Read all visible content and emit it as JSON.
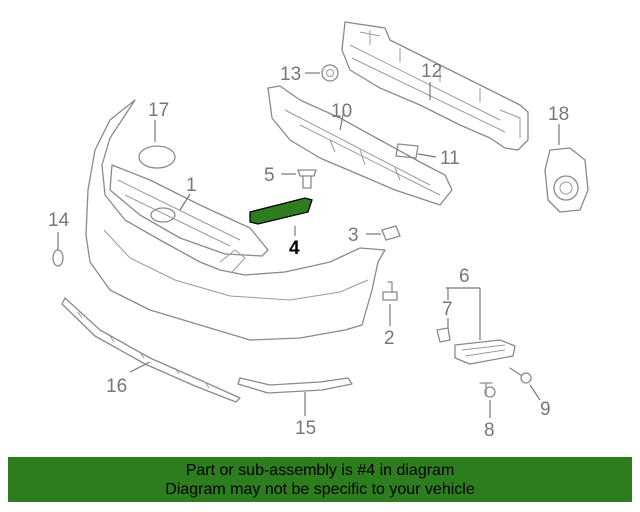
{
  "callouts": [
    {
      "id": "c1",
      "text": "1"
    },
    {
      "id": "c2",
      "text": "2"
    },
    {
      "id": "c3",
      "text": "3"
    },
    {
      "id": "c4",
      "text": "4"
    },
    {
      "id": "c5",
      "text": "5"
    },
    {
      "id": "c6",
      "text": "6"
    },
    {
      "id": "c7",
      "text": "7"
    },
    {
      "id": "c8",
      "text": "8"
    },
    {
      "id": "c9",
      "text": "9"
    },
    {
      "id": "c10",
      "text": "10"
    },
    {
      "id": "c11",
      "text": "11"
    },
    {
      "id": "c12",
      "text": "12"
    },
    {
      "id": "c13",
      "text": "13"
    },
    {
      "id": "c14",
      "text": "14"
    },
    {
      "id": "c15",
      "text": "15"
    },
    {
      "id": "c16",
      "text": "16"
    },
    {
      "id": "c17",
      "text": "17"
    },
    {
      "id": "c18",
      "text": "18"
    }
  ],
  "highlight": {
    "part_number": "4",
    "color": "#2d7d1e"
  },
  "banner": {
    "line1": "Part or sub-assembly is #4 in diagram",
    "line2": "Diagram may not be specific to your vehicle",
    "color": "#2d7d1e"
  }
}
